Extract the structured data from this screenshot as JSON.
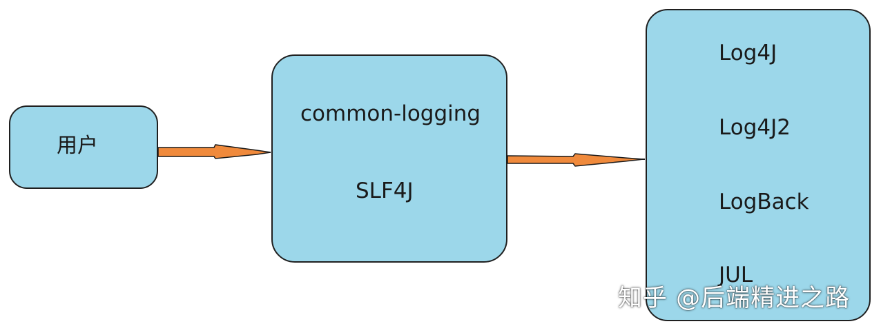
{
  "diagram": {
    "user_box": {
      "label": "用户"
    },
    "facade_box": {
      "items": [
        "common-logging",
        "SLF4J"
      ]
    },
    "impl_box": {
      "items": [
        "Log4J",
        "Log4J2",
        "LogBack",
        "JUL"
      ]
    }
  },
  "colors": {
    "box_fill": "#9cd7ea",
    "box_border": "#1f1f1f",
    "arrow_fill": "#f08a3c",
    "arrow_stroke": "#1a1a1a"
  },
  "watermark": {
    "text": "知乎 @后端精进之路"
  }
}
